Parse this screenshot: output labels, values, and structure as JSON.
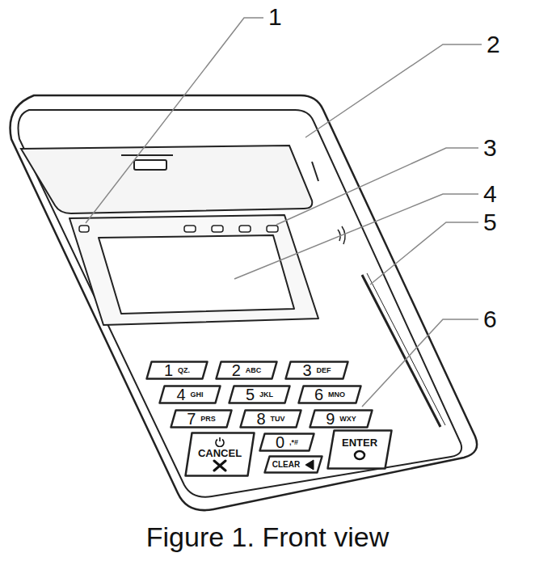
{
  "diagram": {
    "caption": "Figure 1. Front view",
    "nodes": [
      {
        "text": [
          "1",
          "QZ."
        ]
      },
      {
        "text": [
          "2",
          "ABC"
        ]
      },
      {
        "text": [
          "3",
          "DEF"
        ]
      },
      {
        "text": [
          "4",
          "GHI"
        ]
      },
      {
        "text": [
          "5",
          "JKL"
        ]
      },
      {
        "text": [
          "6",
          "MNO"
        ]
      },
      {
        "text": [
          "7",
          "PRS"
        ]
      },
      {
        "text": [
          "8",
          "TUV"
        ]
      },
      {
        "text": [
          "9",
          "WXY"
        ]
      },
      {
        "text": [
          "CANCEL"
        ]
      },
      {
        "text": [
          "0",
          ",*#"
        ]
      },
      {
        "text": [
          "ENTER"
        ]
      },
      {
        "text": [
          "CLEAR"
        ]
      }
    ],
    "labels": [
      "1",
      "2",
      "3",
      "4",
      "5",
      "6"
    ]
  }
}
